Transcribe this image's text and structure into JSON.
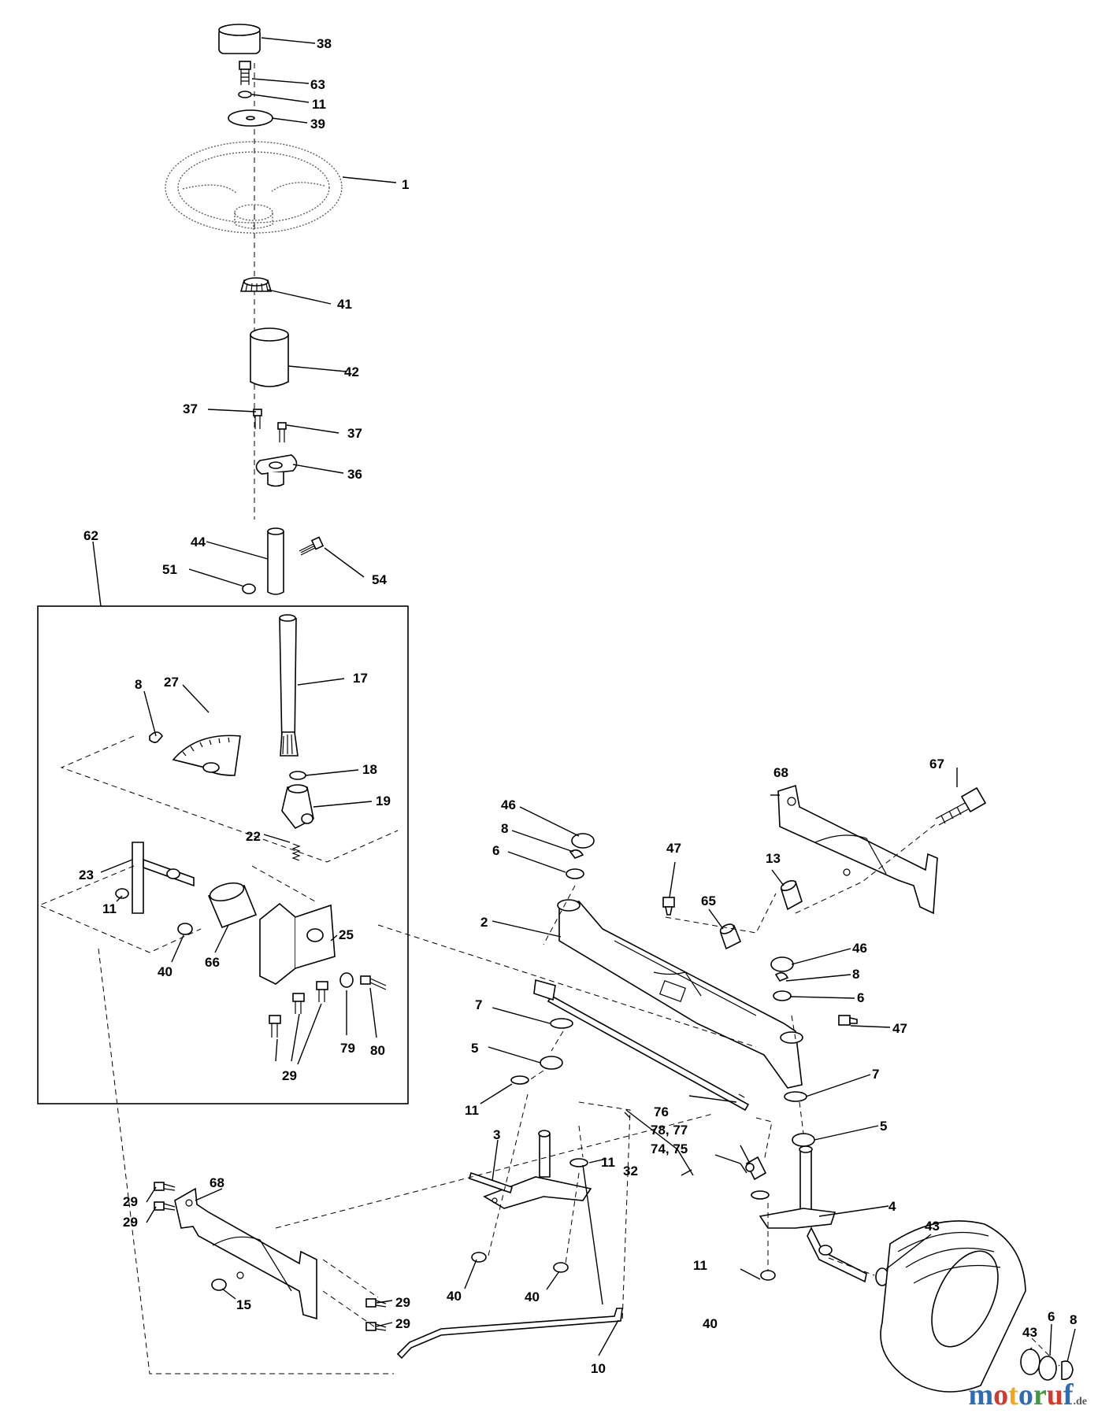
{
  "labels": {
    "l38": "38",
    "l63": "63",
    "l11a": "11",
    "l39": "39",
    "l1": "1",
    "l41": "41",
    "l42": "42",
    "l37a": "37",
    "l37b": "37",
    "l36": "36",
    "l62": "62",
    "l44": "44",
    "l54": "54",
    "l51": "51",
    "l17": "17",
    "l8a": "8",
    "l27": "27",
    "l18": "18",
    "l19": "19",
    "l22": "22",
    "l23": "23",
    "l11b": "11",
    "l40a": "40",
    "l66": "66",
    "l25": "25",
    "l79": "79",
    "l80": "80",
    "l29a": "29",
    "l46a": "46",
    "l8b": "8",
    "l6a": "6",
    "l47a": "47",
    "l68a": "68",
    "l67": "67",
    "l13": "13",
    "l65": "65",
    "l2": "2",
    "l46b": "46",
    "l8c": "8",
    "l6b": "6",
    "l47b": "47",
    "l7a": "7",
    "l7b": "7",
    "l5a": "5",
    "l5b": "5",
    "l11c": "11",
    "l76": "76",
    "l3": "3",
    "l11d": "11",
    "l32": "32",
    "l7877": "78, 77",
    "l7475": "74, 75",
    "l4": "4",
    "l43a": "43",
    "l68b": "68",
    "l29b": "29",
    "l29c": "29",
    "l15": "15",
    "l40b": "40",
    "l40c": "40",
    "l11e": "11",
    "l40d": "40",
    "l29d": "29",
    "l29e": "29",
    "l10": "10",
    "l43b": "43",
    "l6c": "6",
    "l8d": "8"
  },
  "watermark": {
    "brand": "motoruf",
    "tld": ".de"
  }
}
